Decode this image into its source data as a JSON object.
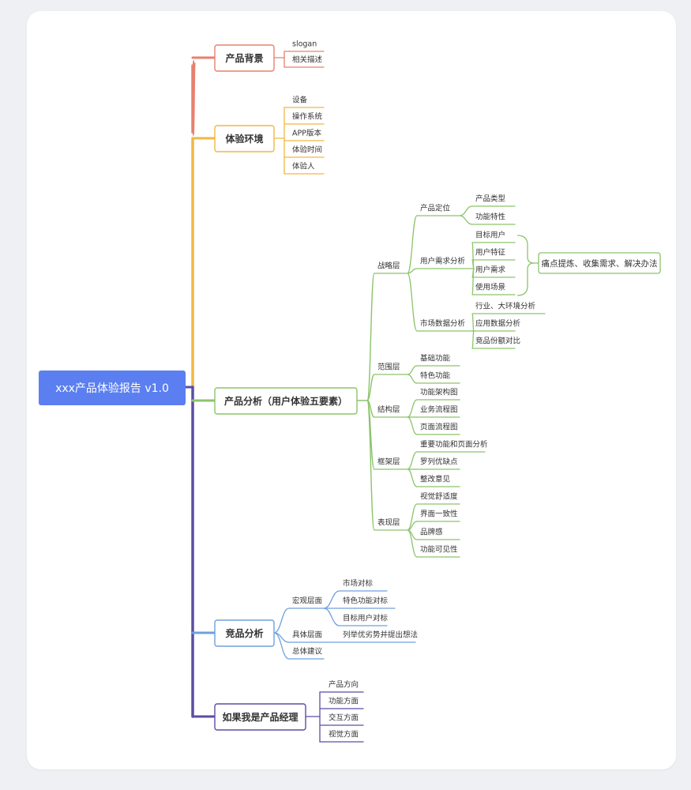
{
  "root": {
    "label": "xxx产品体验报告 v1.0",
    "color": "#5b7ff0"
  },
  "branches": [
    {
      "label": "产品背景",
      "color": "#e8806f",
      "children": [
        "slogan",
        "相关描述"
      ]
    },
    {
      "label": "体验环境",
      "color": "#f2b745",
      "children": [
        "设备",
        "操作系统",
        "APP版本",
        "体验时间",
        "体验人"
      ]
    },
    {
      "label": "产品分析（用户体验五要素）",
      "color": "#8cc46a",
      "layers": [
        {
          "label": "战略层",
          "groups": [
            {
              "label": "产品定位",
              "items": [
                "产品类型",
                "功能特性"
              ]
            },
            {
              "label": "用户需求分析",
              "items": [
                "目标用户",
                "用户特征",
                "用户需求",
                "使用场景"
              ]
            },
            {
              "label": "市场数据分析",
              "items": [
                "行业、大环境分析",
                "应用数据分析",
                "竞品份额对比"
              ]
            }
          ]
        },
        {
          "label": "范围层",
          "items": [
            "基础功能",
            "特色功能"
          ]
        },
        {
          "label": "结构层",
          "items": [
            "功能架构图",
            "业务流程图",
            "页面流程图"
          ]
        },
        {
          "label": "框架层",
          "items": [
            "重要功能和页面分析",
            "罗列优缺点",
            "整改意见"
          ]
        },
        {
          "label": "表现层",
          "items": [
            "视觉舒适度",
            "界面一致性",
            "品牌感",
            "功能可见性"
          ]
        }
      ],
      "callout": "痛点提炼、收集需求、解决办法"
    },
    {
      "label": "竞品分析",
      "color": "#6fa0dc",
      "groups": [
        {
          "label": "宏观层面",
          "items": [
            "市场对标",
            "特色功能对标",
            "目标用户对标"
          ]
        },
        {
          "label": "具体层面",
          "items": [
            "列举优劣势并提出想法"
          ]
        },
        {
          "label": "总体建议",
          "items": []
        }
      ]
    },
    {
      "label": "如果我是产品经理",
      "color": "#5a4ea3",
      "children": [
        "产品方向",
        "功能方面",
        "交互方面",
        "视觉方面"
      ]
    }
  ]
}
